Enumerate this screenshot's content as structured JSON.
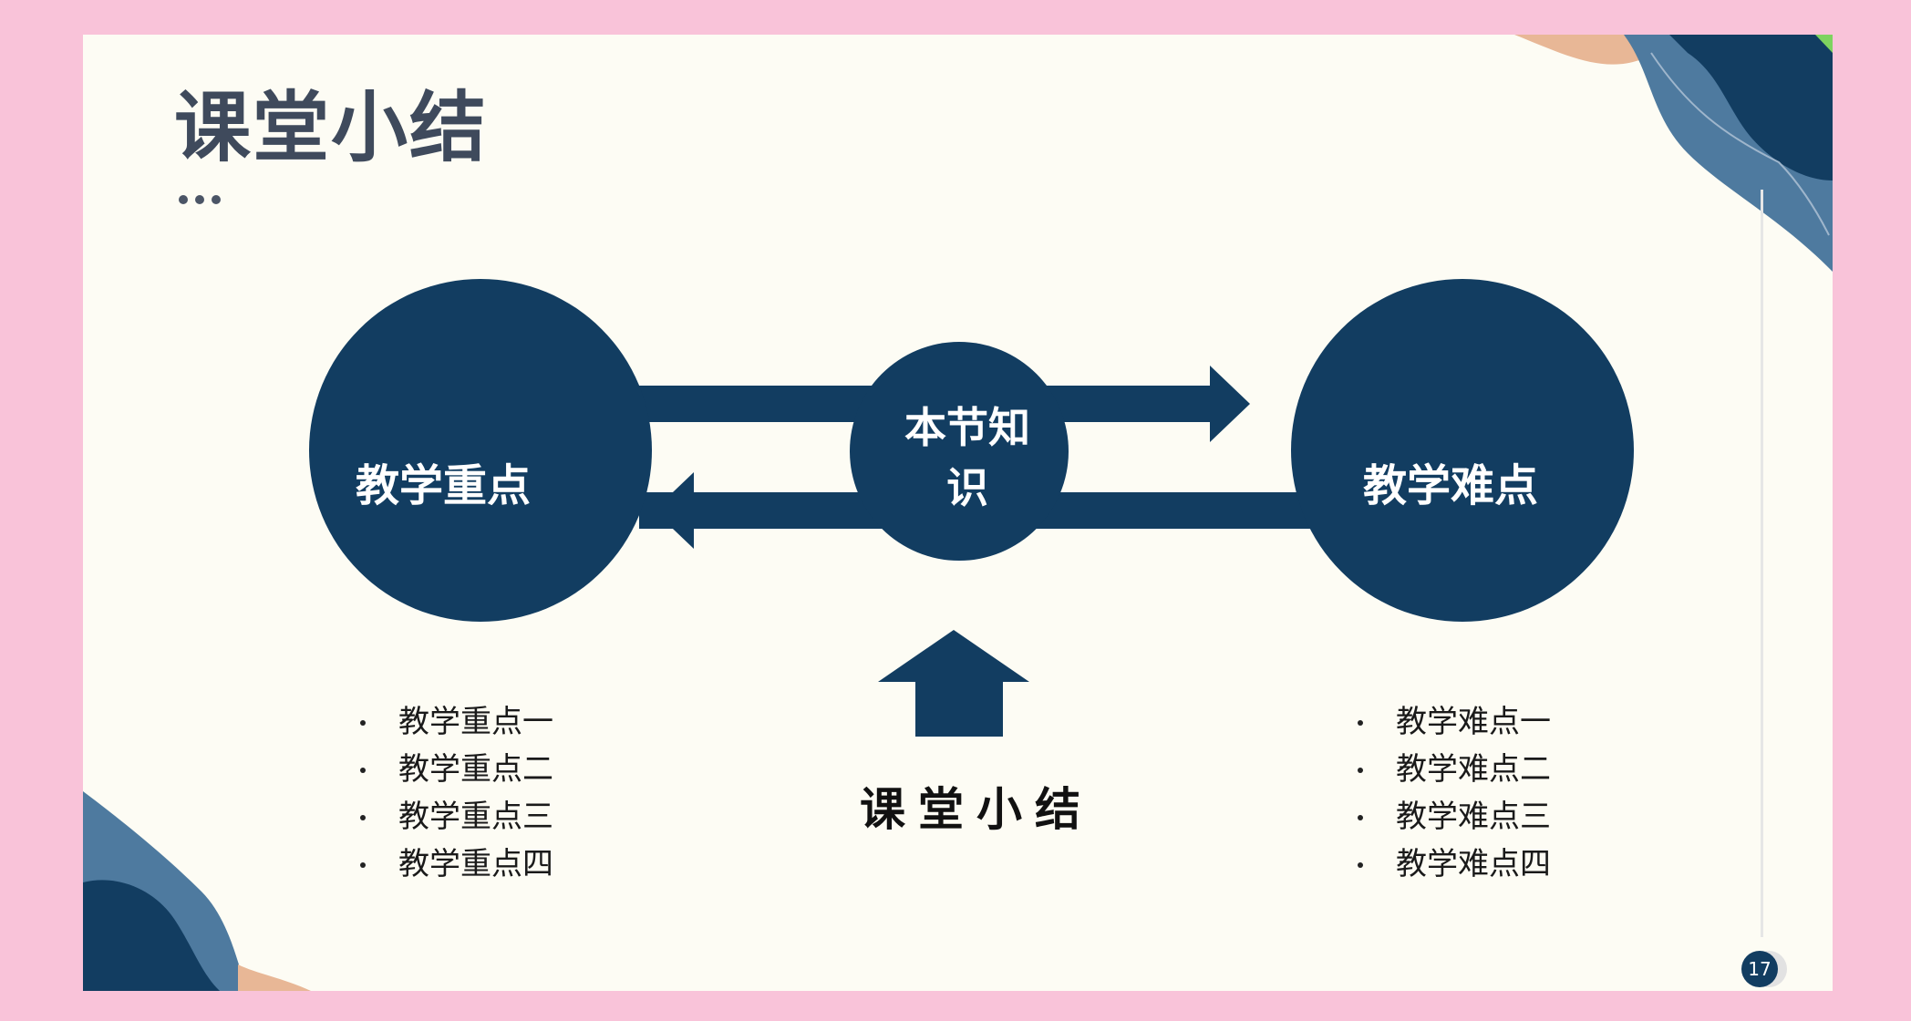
{
  "slide": {
    "title": "课堂小结",
    "page_number": "17"
  },
  "diagram": {
    "left_circle": "教学重点",
    "center_circle_line1": "本节知",
    "center_circle_line2": "识",
    "right_circle": "教学难点",
    "bottom_label": "课堂小结"
  },
  "left_points": [
    "教学重点一",
    "教学重点二",
    "教学重点三",
    "教学重点四"
  ],
  "right_points": [
    "教学难点一",
    "教学难点二",
    "教学难点三",
    "教学难点四"
  ],
  "colors": {
    "primary": "#123d61",
    "accent_blue": "#4e7a9f",
    "accent_peach": "#e8b796",
    "accent_green": "#7ed35f",
    "border_pink": "#f9c3d9",
    "background": "#fdfcf4"
  }
}
